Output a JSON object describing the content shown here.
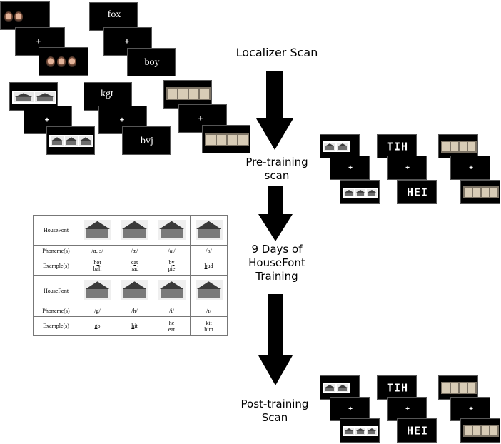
{
  "steps": {
    "localizer": "Localizer Scan",
    "pretraining_line1": "Pre-training",
    "pretraining_line2": "scan",
    "training_line1": "9 Days of",
    "training_line2": "HouseFont",
    "training_line3": "Training",
    "posttraining_line1": "Post-training",
    "posttraining_line2": "Scan"
  },
  "stimuli": {
    "fixation": "+",
    "words": [
      "fox",
      "boy"
    ],
    "nonwords": [
      "kgt",
      "bvj"
    ],
    "housefont_words": [
      "TIH",
      "HEI"
    ]
  },
  "table": {
    "row_label_housefont": "HouseFont",
    "row_label_phoneme": "Phoneme(s)",
    "row_label_example": "Example(s)",
    "block1": {
      "phonemes": [
        "/ɑ, ɔ/",
        "/æ/",
        "/aɪ/",
        "/b/"
      ],
      "examples": [
        {
          "a": "h",
          "u": "o",
          "b": "t",
          "line2": "ball"
        },
        {
          "a": "c",
          "u": "a",
          "b": "t",
          "line2": "had"
        },
        {
          "a": "b",
          "u": "y",
          "b": "",
          "line2": "pie"
        },
        {
          "a": "",
          "u": "b",
          "b": "ud",
          "line2": ""
        }
      ]
    },
    "block2": {
      "phonemes": [
        "/g/",
        "/h/",
        "/i/",
        "/ɪ/"
      ],
      "examples": [
        {
          "a": "",
          "u": "g",
          "b": "o",
          "line2": ""
        },
        {
          "a": "",
          "u": "h",
          "b": "it",
          "line2": ""
        },
        {
          "a": "h",
          "u": "e",
          "b": "",
          "line2": "eat"
        },
        {
          "a": "k",
          "u": "i",
          "b": "t",
          "line2": "him"
        }
      ]
    }
  }
}
